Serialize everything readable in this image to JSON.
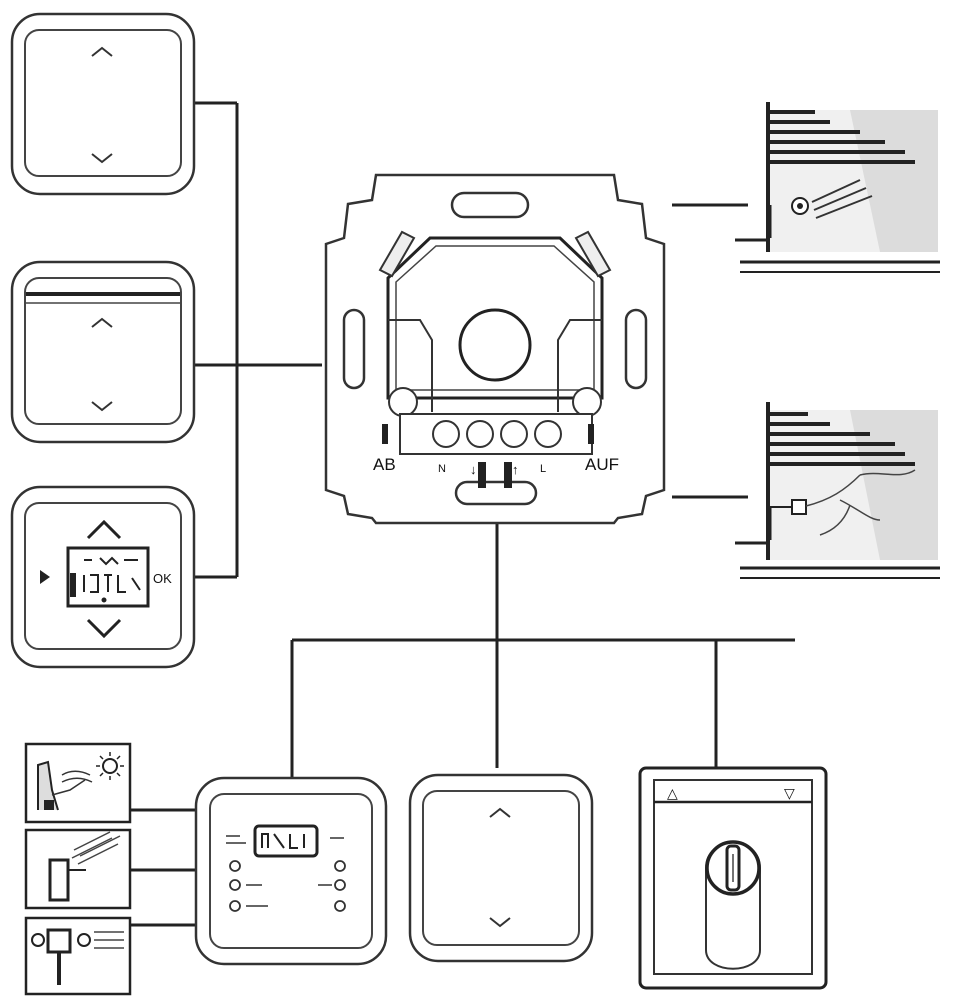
{
  "insert_labels": {
    "down_label": "AB",
    "up_label": "AUF",
    "terminal_n": "N",
    "terminal_l": "L",
    "terminal_down_arrow": "↓",
    "terminal_up_arrow": "↑"
  },
  "timer_cover": {
    "ok_label": "OK"
  },
  "key_switch": {
    "up_symbol": "△",
    "down_symbol": "▽"
  },
  "colors": {
    "line": "#222222",
    "device_outline": "#333333",
    "panel_fill": "#ffffff",
    "shade_fill": "#e6e6e6"
  }
}
